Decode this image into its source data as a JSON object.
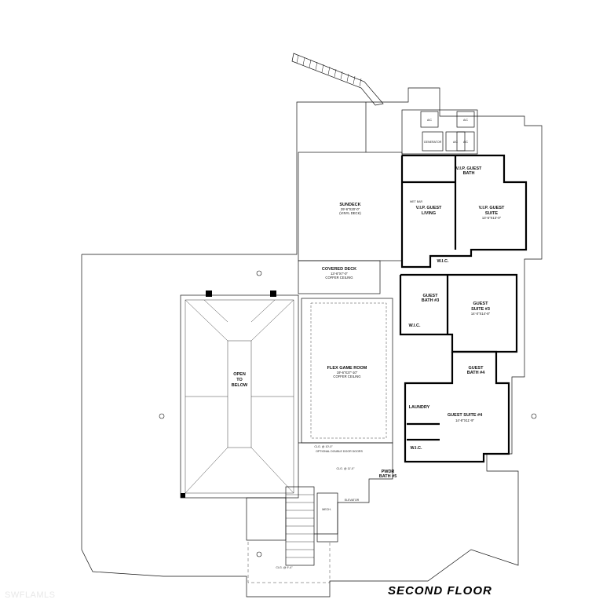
{
  "drawing_title": "SECOND FLOOR",
  "watermark": "SWFLAMLS",
  "rooms": {
    "sundeck": {
      "name": "SUNDECK",
      "dims": "29'-6\"X20'-0\"",
      "sub": "(VINYL DECK)"
    },
    "covered_deck": {
      "name": "COVERED DECK",
      "dims": "13'-6\"X7'-0\"",
      "sub": "COFFER CEILING"
    },
    "vip_living": {
      "name": "V.I.P. GUEST",
      "name2": "LIVING"
    },
    "vip_suite": {
      "name": "V.I.P. GUEST",
      "name2": "SUITE",
      "dims": "13'-5\"X13'-0\""
    },
    "vip_bath": {
      "name": "V.I.P. GUEST",
      "name2": "BATH"
    },
    "wic_vip": {
      "name": "W.I.C."
    },
    "guest_bath3": {
      "name": "GUEST",
      "name2": "BATH #3"
    },
    "guest_suite3": {
      "name": "GUEST",
      "name2": "SUITE #3",
      "dims": "14'-0\"X14'-8\""
    },
    "wic_3": {
      "name": "W.I.C."
    },
    "flex": {
      "name": "FLEX GAME ROOM",
      "dims": "19'-6\"X27'-10\"",
      "sub": "COFFER CEILING"
    },
    "open_below": {
      "name": "OPEN",
      "name2": "TO",
      "name3": "BELOW"
    },
    "guest_bath4": {
      "name": "GUEST",
      "name2": "BATH #4"
    },
    "laundry": {
      "name": "LAUNDRY"
    },
    "guest_suite4": {
      "name": "GUEST SUITE #4",
      "dims": "14'-8\"X11'-9\""
    },
    "wic_4": {
      "name": "W.I.C."
    },
    "powder": {
      "name": "PWDR",
      "name2": "BATH #5"
    },
    "elevator": {
      "name": "ELEVATOR"
    },
    "mech": {
      "name": "MECH."
    },
    "generator": {
      "name": "GENERATOR"
    },
    "ac": [
      "A/C",
      "A/C",
      "A/C",
      "A/C"
    ]
  },
  "notes": {
    "clg_10": "CLG. @ 10'-0\"",
    "clg_11": "CLG. @ 11'-0\"",
    "clg_9": "CLG. @ 9'-4\"",
    "optional_doors": "OPTIONAL DOUBLE DOOR DOORS",
    "wet_bar": "WET BAR"
  },
  "colors": {
    "line": "#111111",
    "wall": "#000000",
    "background": "#ffffff"
  }
}
